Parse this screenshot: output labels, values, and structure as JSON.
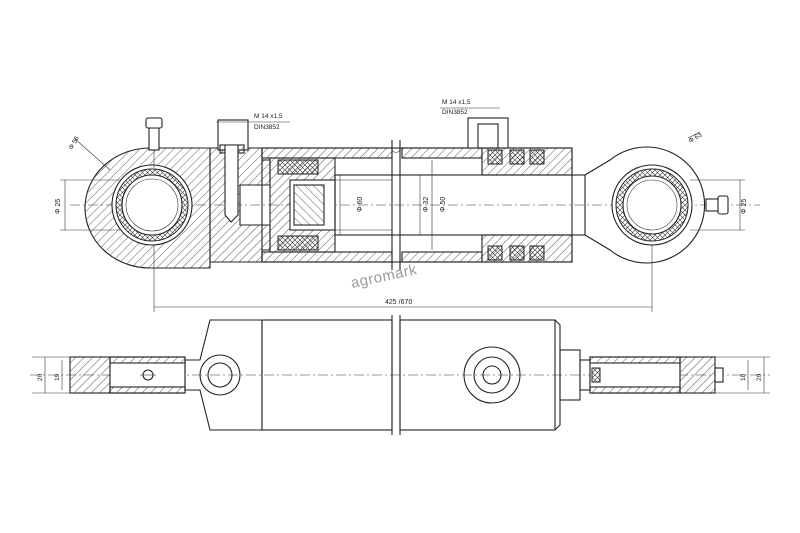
{
  "labels": {
    "thread_left_1": "M 14 x1,5",
    "thread_left_2": "DIN3852",
    "thread_right_1": "M 14 x1,5",
    "thread_right_2": "DIN3852",
    "dia_pin_left": "Φ 25",
    "dia_pin_right": "Φ 25",
    "dia_eye_left": "Φ 56",
    "dia_eye_right": "Φ 63",
    "dia_bore": "Φ 60",
    "dia_rod_inner": "Φ 32",
    "dia_rod": "Φ 50",
    "length": "425 /670",
    "width_left_outer": "20",
    "width_left_inner": "19",
    "width_right_inner": "18",
    "width_right_outer": "20"
  },
  "watermark": "agromark"
}
